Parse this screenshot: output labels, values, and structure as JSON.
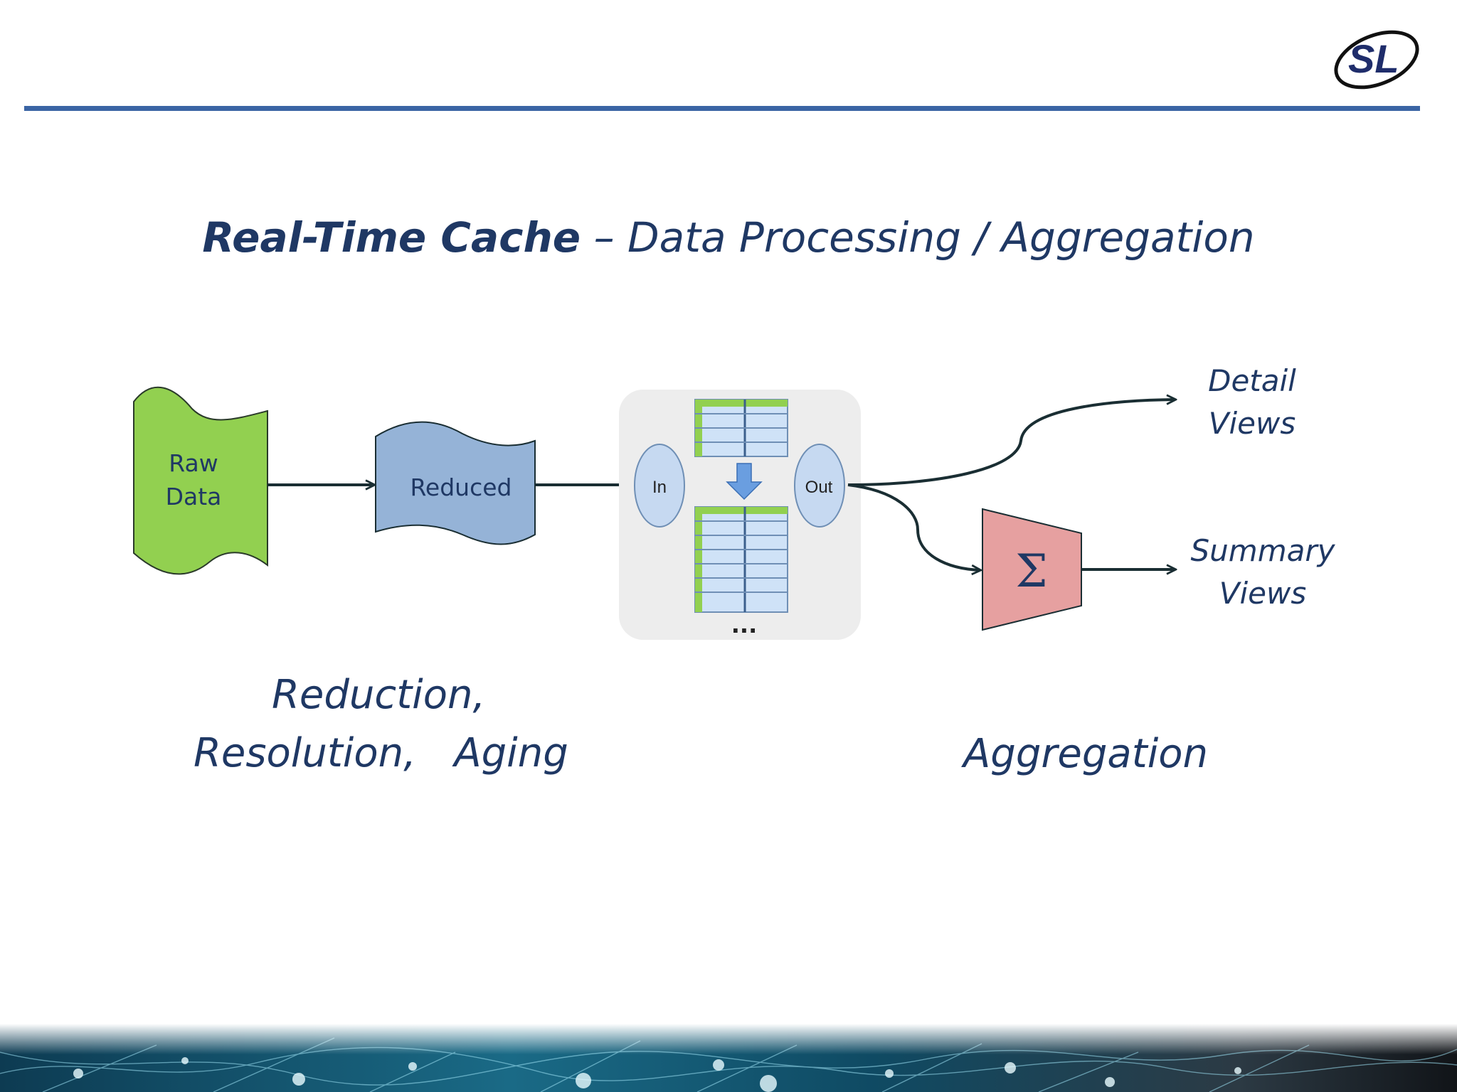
{
  "title": {
    "main": "Real-Time Cache",
    "rest": " – Data Processing / Aggregation"
  },
  "logo_text": "SL",
  "diagram": {
    "raw_data": [
      "Raw",
      "Data"
    ],
    "reduced": "Reduced",
    "cache_in": "In",
    "cache_out": "Out",
    "ellipsis": "...",
    "aggregate_symbol": "Σ",
    "detail_views": [
      "Detail",
      "Views"
    ],
    "summary_views": [
      "Summary",
      "Views"
    ]
  },
  "captions": {
    "reduction_line1": "Reduction,",
    "reduction_line2": "Resolution,   Aging",
    "aggregation": "Aggregation"
  },
  "colors": {
    "accent": "#3a64a4",
    "text": "#1f3864",
    "raw_data_fill": "#92d050",
    "reduced_fill": "#95b3d7",
    "aggregate_fill": "#e6a0a0",
    "cache_bg": "#ededed",
    "oval_fill": "#c6d9f1",
    "table_fill": "#cfe2f7",
    "table_header": "#92d050"
  }
}
